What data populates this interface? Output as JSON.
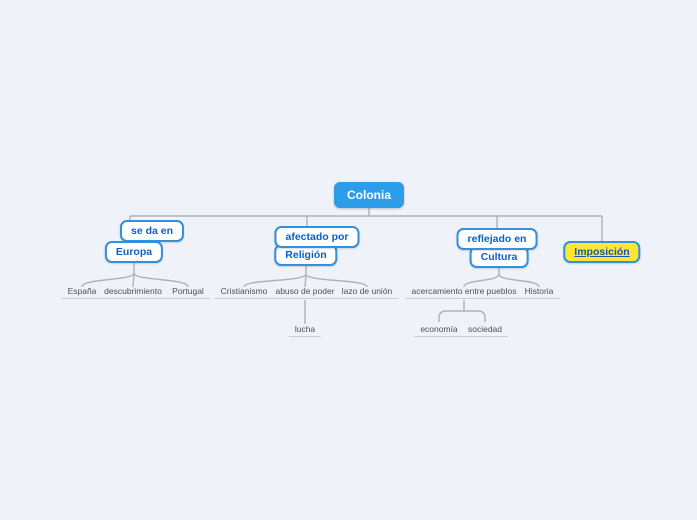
{
  "map": {
    "root": {
      "label": "Colonia"
    },
    "branches": [
      {
        "relation": {
          "label": "se da en"
        },
        "topic": {
          "label": "Europa"
        },
        "children": [
          {
            "label": "España"
          },
          {
            "label": "descubrimiento"
          },
          {
            "label": "Portugal"
          }
        ]
      },
      {
        "relation": {
          "label": "afectado por"
        },
        "topic": {
          "label": "Religión"
        },
        "children": [
          {
            "label": "Cristianismo"
          },
          {
            "label": "abuso de poder",
            "children": [
              {
                "label": "lucha"
              }
            ]
          },
          {
            "label": "lazo de unión"
          }
        ]
      },
      {
        "relation": {
          "label": "reflejado en"
        },
        "topic": {
          "label": "Cultura"
        },
        "children": [
          {
            "label": "acercamiento entre pueblos",
            "children": [
              {
                "label": "economía"
              },
              {
                "label": "sociedad"
              }
            ]
          },
          {
            "label": "Historia"
          }
        ]
      },
      {
        "topic": {
          "label": "Imposición",
          "style": "highlighted-link"
        }
      }
    ],
    "colors": {
      "background": "#f0f2fa",
      "root_fill": "#2d9de9",
      "root_text": "#ffffff",
      "node_border": "#3390da",
      "node_text": "#0b61c4",
      "highlight_fill": "#ffe634",
      "connector": "#aeb1b9",
      "leaf_text": "#4c4f58",
      "leaf_underline": "#c9ccd4"
    }
  }
}
